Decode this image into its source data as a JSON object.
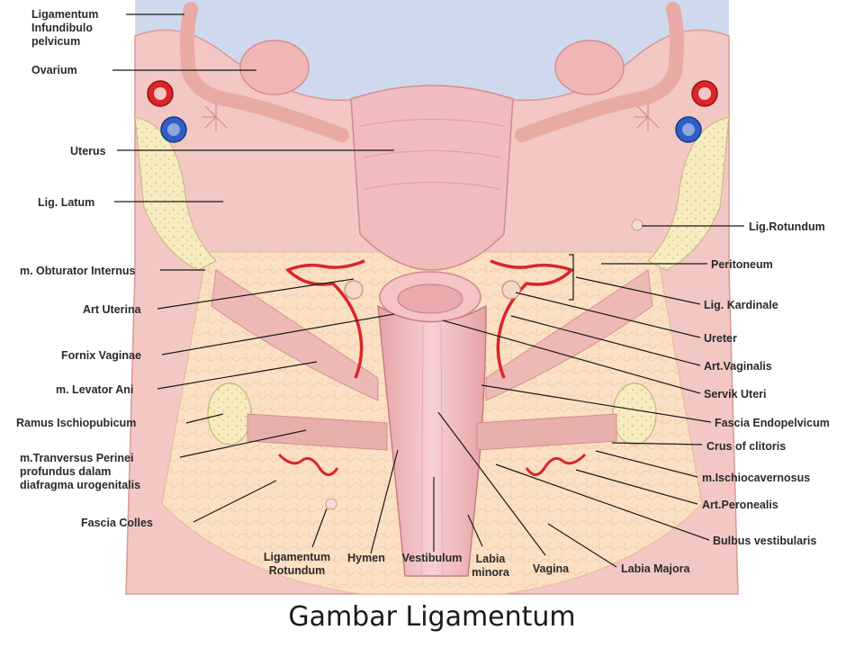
{
  "caption": "Gambar Ligamentum",
  "labels_left": [
    {
      "id": "lig-infundibulo",
      "lines": [
        "Ligamentum",
        "Infundibulo",
        "pelvicum"
      ]
    },
    {
      "id": "ovarium",
      "lines": [
        "Ovarium"
      ]
    },
    {
      "id": "uterus",
      "lines": [
        "Uterus"
      ]
    },
    {
      "id": "lig-latum",
      "lines": [
        "Lig. Latum"
      ]
    },
    {
      "id": "obturator",
      "lines": [
        "m. Obturator Internus"
      ]
    },
    {
      "id": "art-uterina",
      "lines": [
        "Art Uterina"
      ]
    },
    {
      "id": "fornix",
      "lines": [
        "Fornix Vaginae"
      ]
    },
    {
      "id": "levator",
      "lines": [
        "m. Levator Ani"
      ]
    },
    {
      "id": "ramus",
      "lines": [
        "Ramus Ischiopubicum"
      ]
    },
    {
      "id": "tranversus",
      "lines": [
        "m.Tranversus Perinei",
        "profundus dalam",
        "diafragma urogenitalis"
      ]
    },
    {
      "id": "fascia-colles",
      "lines": [
        "Fascia  Colles"
      ]
    }
  ],
  "labels_right": [
    {
      "id": "lig-rotundum-r",
      "lines": [
        "Lig.Rotundum"
      ]
    },
    {
      "id": "peritoneum",
      "lines": [
        "Peritoneum"
      ]
    },
    {
      "id": "lig-kardinale",
      "lines": [
        "Lig. Kardinale"
      ]
    },
    {
      "id": "ureter",
      "lines": [
        "Ureter"
      ]
    },
    {
      "id": "art-vaginalis",
      "lines": [
        "Art.Vaginalis"
      ]
    },
    {
      "id": "servik",
      "lines": [
        "Servik Uteri"
      ]
    },
    {
      "id": "fascia-endo",
      "lines": [
        "Fascia Endopelvicum"
      ]
    },
    {
      "id": "crus",
      "lines": [
        "Crus of clitoris"
      ]
    },
    {
      "id": "ischiocav",
      "lines": [
        "m.Ischiocavernosus"
      ]
    },
    {
      "id": "peronealis",
      "lines": [
        "Art.Peronealis"
      ]
    },
    {
      "id": "bulbus",
      "lines": [
        "Bulbus vestibularis"
      ]
    },
    {
      "id": "labia-majora",
      "lines": [
        "Labia Majora"
      ]
    }
  ],
  "labels_bottom": [
    {
      "id": "lig-rotundum-b",
      "lines": [
        "Ligamentum",
        "Rotundum"
      ]
    },
    {
      "id": "hymen",
      "lines": [
        "Hymen"
      ]
    },
    {
      "id": "vestibulum",
      "lines": [
        "Vestibulum"
      ]
    },
    {
      "id": "labia-minora",
      "lines": [
        "Labia",
        "minora"
      ]
    },
    {
      "id": "vagina",
      "lines": [
        "Vagina"
      ]
    }
  ],
  "colors": {
    "tissue": "#f3c7c3",
    "tissue_dark": "#e9aaa6",
    "fat": "#fbe0c4",
    "bone": "#f6ecc0",
    "sky": "#cfd9ee",
    "artery": "#d9262b",
    "vein": "#2f5fc4"
  }
}
